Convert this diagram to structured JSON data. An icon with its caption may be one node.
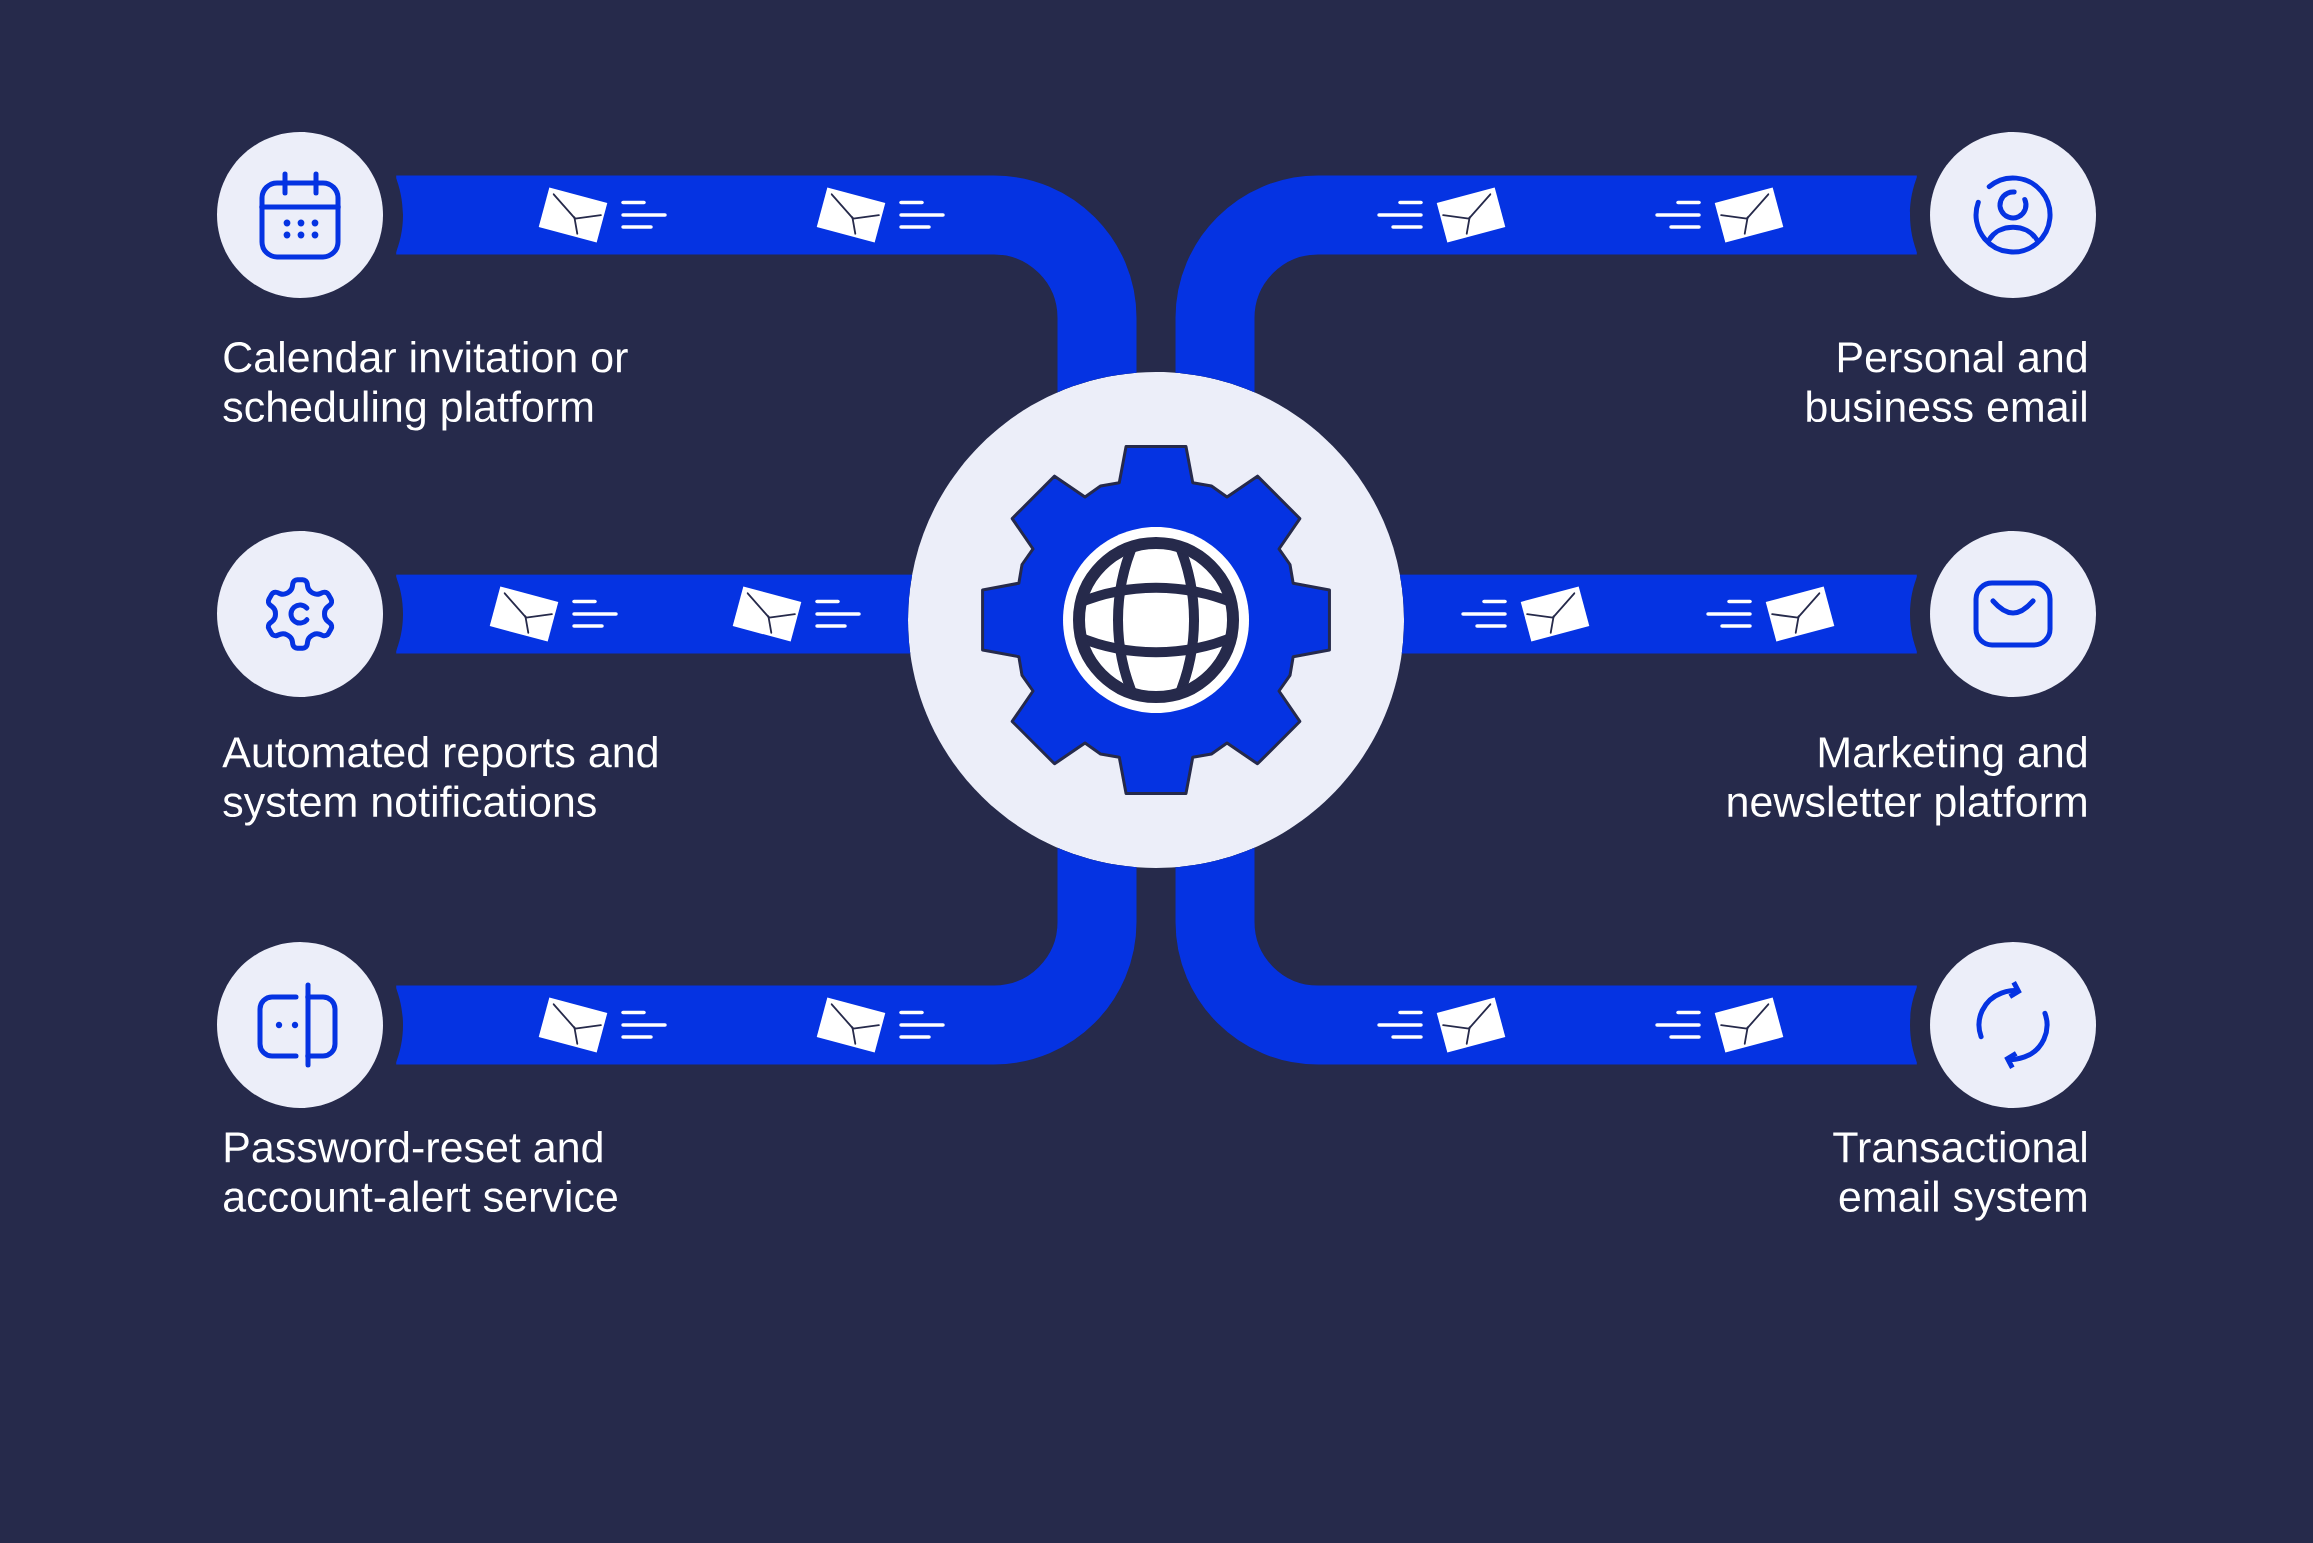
{
  "diagram": {
    "nodes": [
      {
        "text": [
          "Calendar invitation or scheduling platform"
        ]
      },
      {
        "text": [
          "Personal and business email"
        ]
      },
      {
        "text": [
          "Automated reports and system notifications"
        ]
      },
      {
        "text": [],
        "shape": "circle"
      },
      {
        "text": [
          "Marketing and newsletter platform"
        ]
      },
      {
        "text": [
          "Password-reset and account-alert service"
        ]
      },
      {
        "text": [
          "Transactional email system"
        ]
      }
    ],
    "edges": [
      {
        "from": 3,
        "to": 0,
        "arrow": "none"
      },
      {
        "from": 3,
        "to": 1,
        "arrow": "none"
      },
      {
        "from": 3,
        "to": 2,
        "arrow": "none"
      },
      {
        "from": 3,
        "to": 4,
        "arrow": "none"
      },
      {
        "from": 3,
        "to": 5,
        "arrow": "none"
      },
      {
        "from": 3,
        "to": 6,
        "arrow": "none"
      }
    ]
  }
}
